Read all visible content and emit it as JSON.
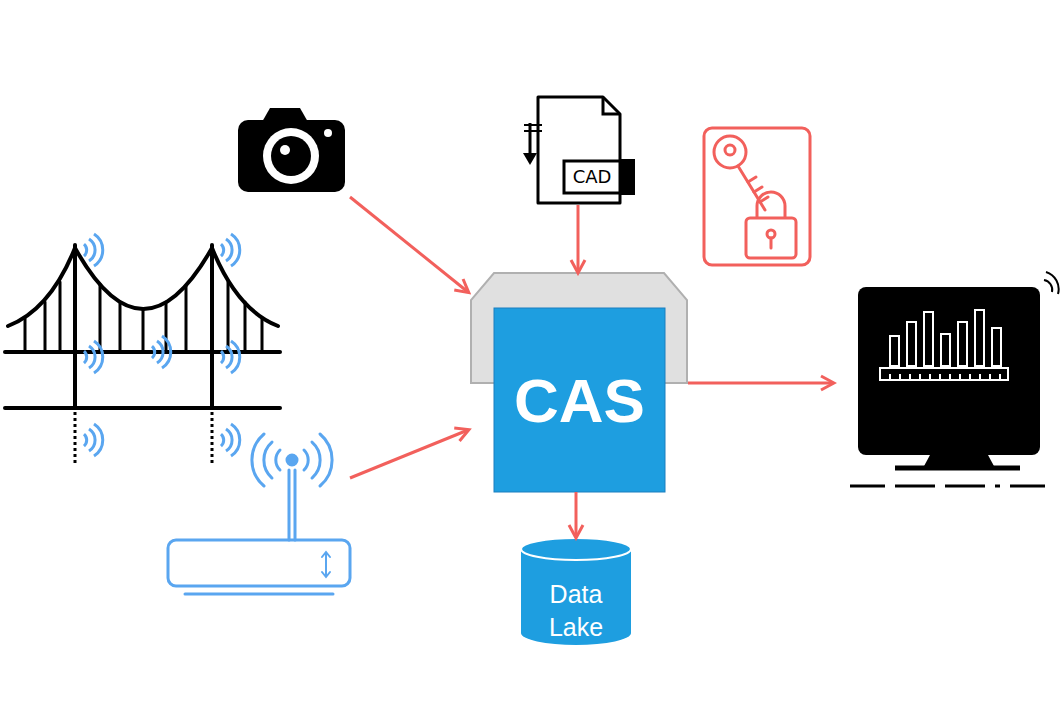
{
  "diagram": {
    "nodes": [
      {
        "text": [
          "CAD"
        ]
      },
      {
        "text": [
          "CAS"
        ]
      },
      {
        "text": [
          "Data Lake"
        ]
      }
    ],
    "edges": [
      {
        "from": 0,
        "to": 1,
        "arrow": "to"
      },
      {
        "from": 1,
        "to": 2,
        "arrow": "to"
      }
    ]
  }
}
